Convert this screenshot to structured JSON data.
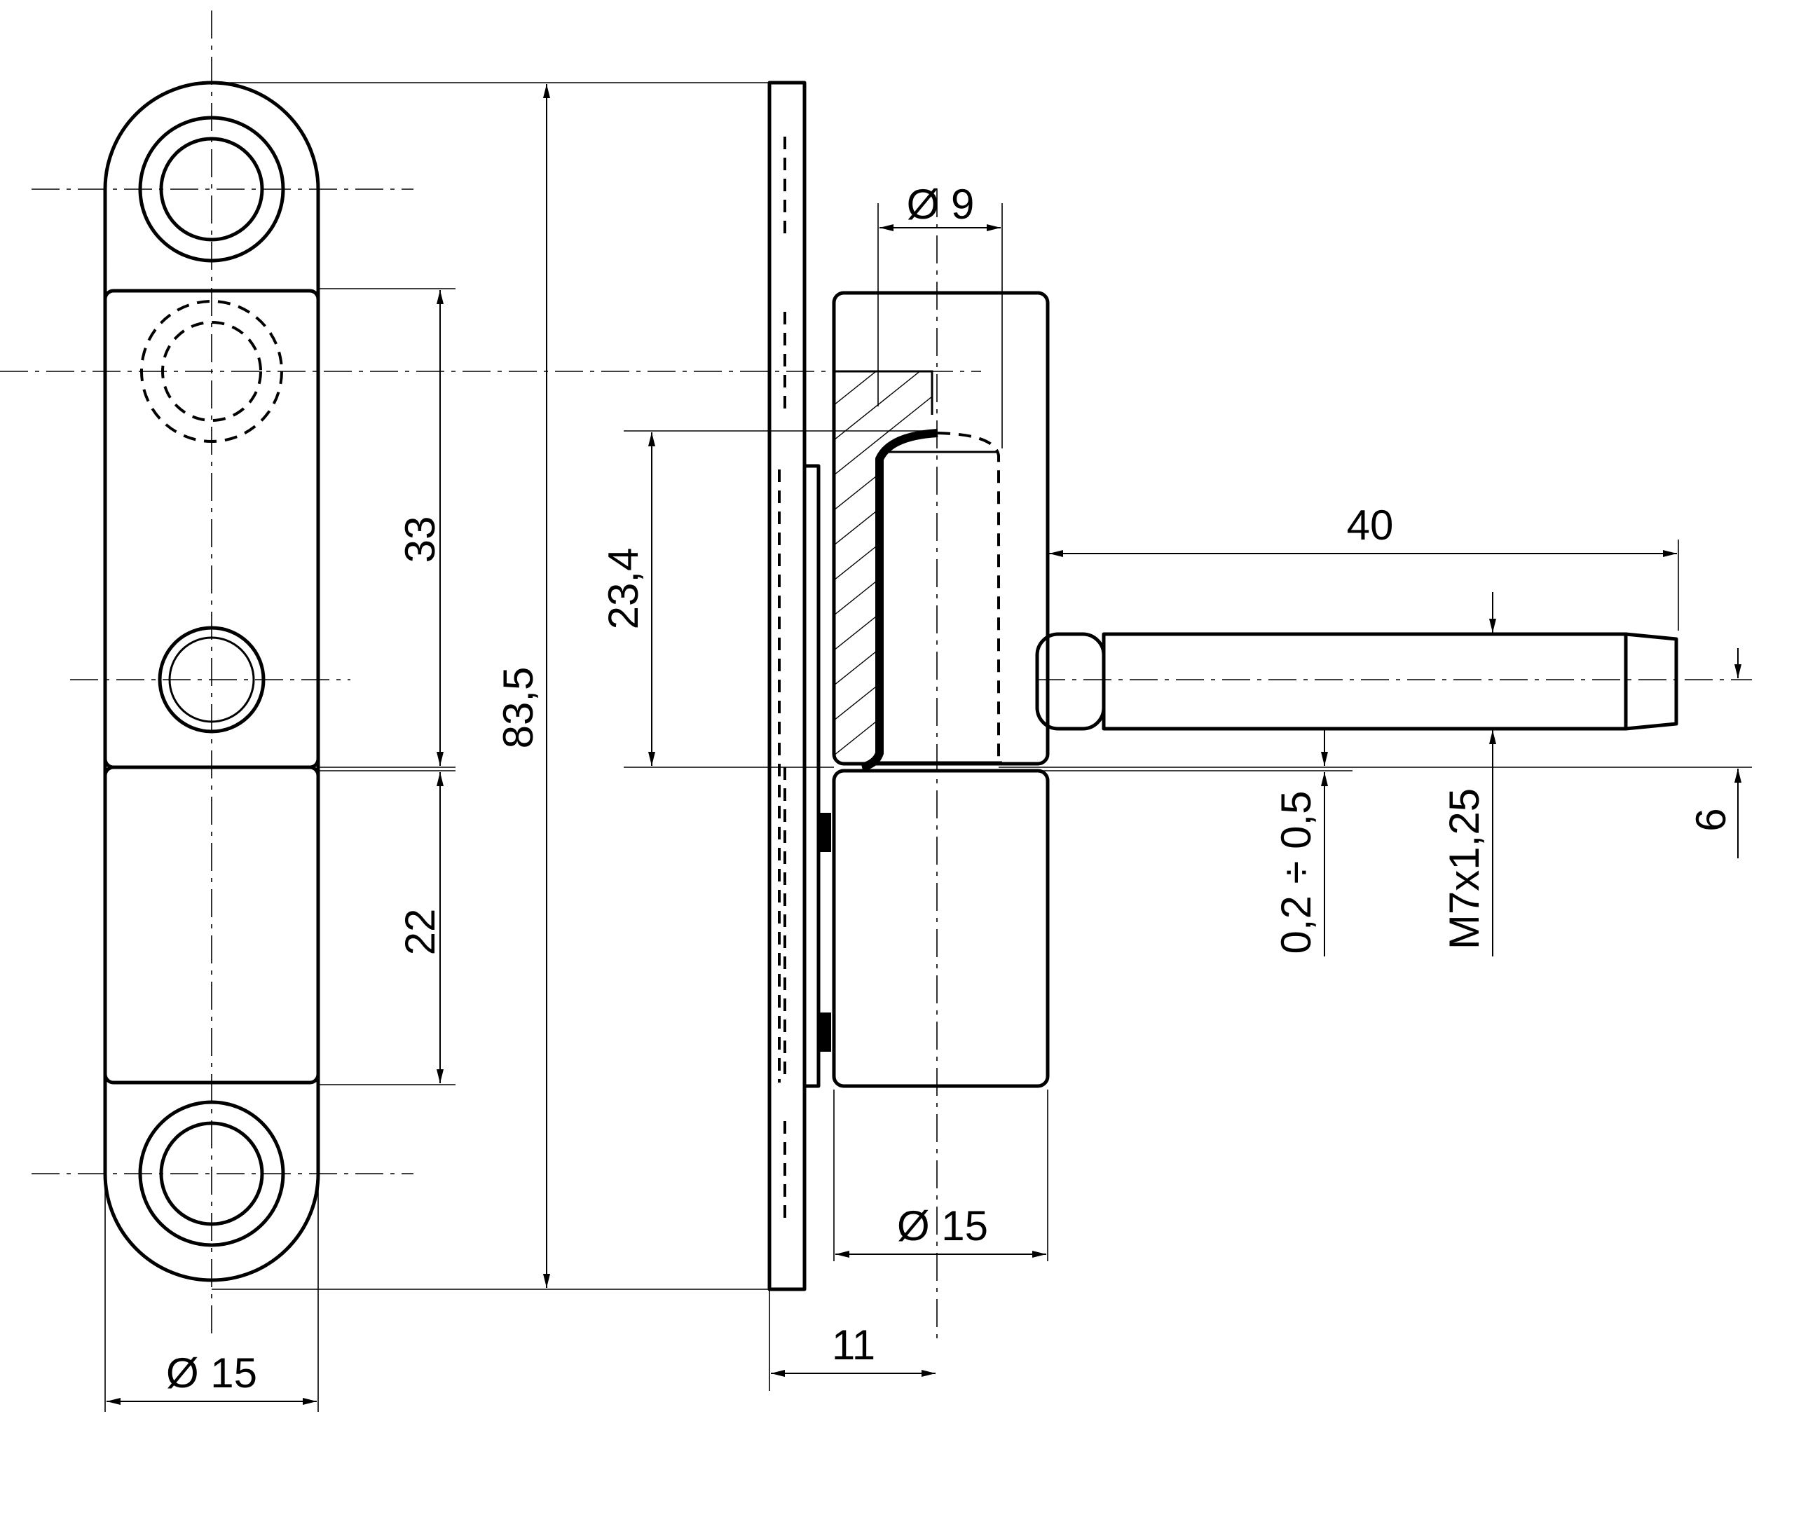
{
  "dimensions": {
    "overall_height": "83,5",
    "upper_spacing": "33",
    "lower_spacing": "22",
    "sleeve_depth": "23,4",
    "bore_diameter": "Ø 9",
    "pin_length": "40",
    "gap_range": "0,2 ÷ 0,5",
    "thread": "M7x1,25",
    "pin_offset": "6",
    "barrel_diameter": "Ø 15",
    "plate_offset": "11",
    "plate_width": "Ø 15"
  }
}
